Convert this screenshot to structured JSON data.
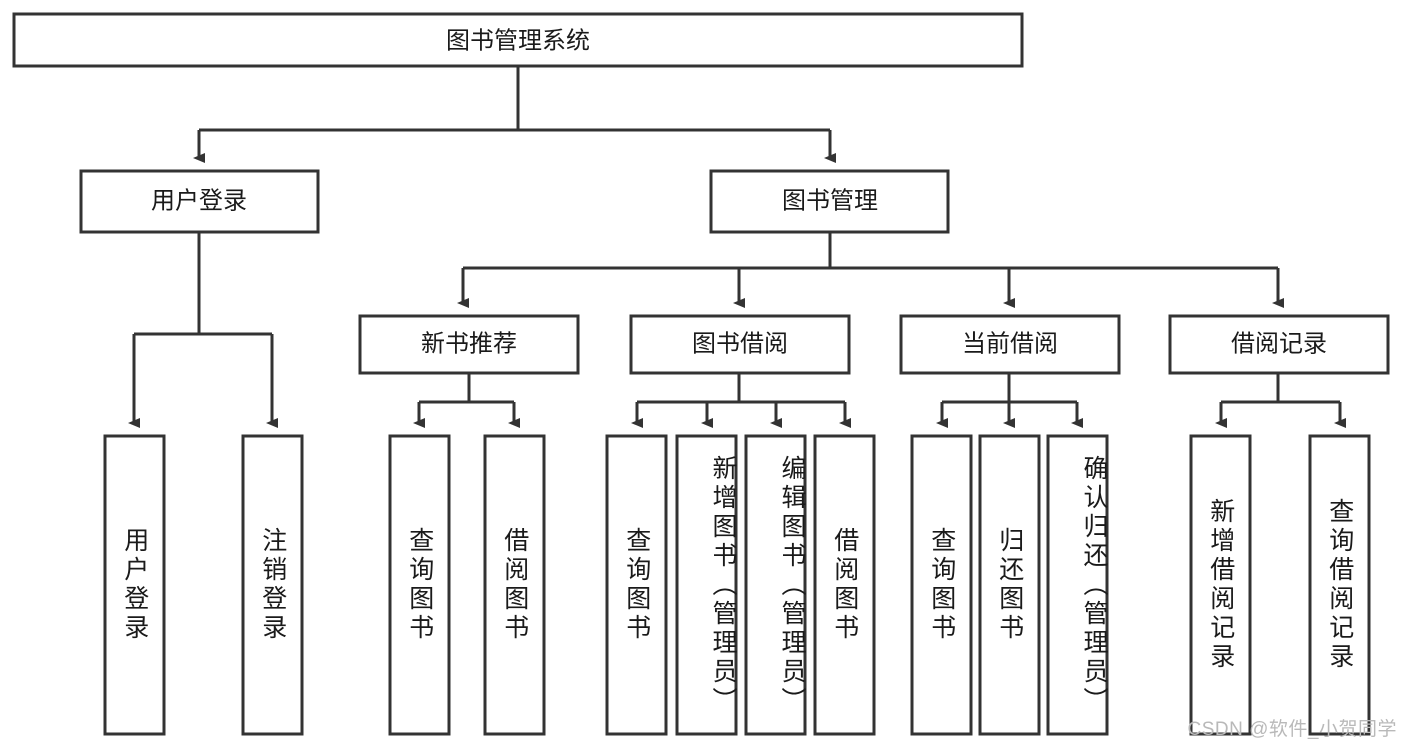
{
  "diagram": {
    "type": "tree-hierarchy",
    "title_node": {
      "id": "root",
      "label": "图书管理系统"
    },
    "level2": [
      {
        "id": "user-login",
        "label": "用户登录"
      },
      {
        "id": "book-manage",
        "label": "图书管理"
      }
    ],
    "level3": [
      {
        "id": "new-book-rec",
        "label": "新书推荐",
        "parent": "book-manage"
      },
      {
        "id": "book-borrow",
        "label": "图书借阅",
        "parent": "book-manage"
      },
      {
        "id": "current-borrow",
        "label": "当前借阅",
        "parent": "book-manage"
      },
      {
        "id": "borrow-record",
        "label": "借阅记录",
        "parent": "book-manage"
      }
    ],
    "leaves": [
      {
        "id": "leaf-user-login",
        "label": "用户登录",
        "parent": "user-login"
      },
      {
        "id": "leaf-logout",
        "label": "注销登录",
        "parent": "user-login"
      },
      {
        "id": "leaf-query-book-1",
        "label": "查询图书",
        "parent": "new-book-rec"
      },
      {
        "id": "leaf-borrow-book-1",
        "label": "借阅图书",
        "parent": "new-book-rec"
      },
      {
        "id": "leaf-query-book-2",
        "label": "查询图书",
        "parent": "book-borrow"
      },
      {
        "id": "leaf-add-book",
        "label": "新增图书（管理员）",
        "parent": "book-borrow"
      },
      {
        "id": "leaf-edit-book",
        "label": "编辑图书（管理员）",
        "parent": "book-borrow"
      },
      {
        "id": "leaf-borrow-book-2",
        "label": "借阅图书",
        "parent": "book-borrow"
      },
      {
        "id": "leaf-query-book-3",
        "label": "查询图书",
        "parent": "current-borrow"
      },
      {
        "id": "leaf-return-book",
        "label": "归还图书",
        "parent": "current-borrow"
      },
      {
        "id": "leaf-confirm-return",
        "label": "确认归还（管理员）",
        "parent": "current-borrow"
      },
      {
        "id": "leaf-add-record",
        "label": "新增借阅记录",
        "parent": "borrow-record"
      },
      {
        "id": "leaf-query-record",
        "label": "查询借阅记录",
        "parent": "borrow-record"
      }
    ],
    "colors": {
      "stroke": "#333333",
      "box_fill": "#ffffff",
      "text": "#1a1a1a",
      "background": "#ffffff",
      "watermark": "#b9b9b9"
    }
  },
  "watermark": {
    "text": "CSDN @软件_小贺同学"
  }
}
